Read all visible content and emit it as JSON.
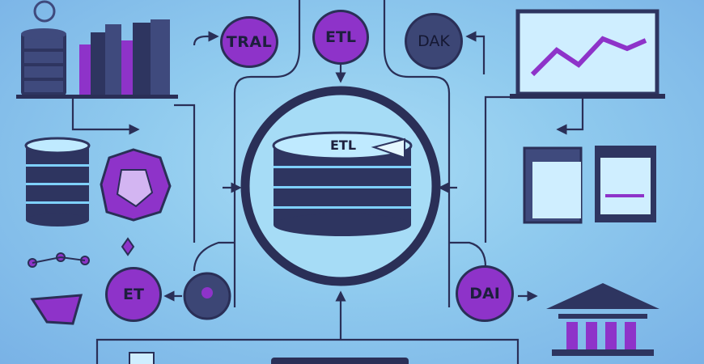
{
  "diagram": {
    "nodes": {
      "top_left": "TRAL",
      "top_center": "ETL",
      "top_right": "DAK",
      "bottom_left": "ET",
      "bottom_right": "DAI"
    },
    "hub": {
      "label": "ETL"
    }
  },
  "colors": {
    "background": "#8fcaee",
    "navy": "#2a2f57",
    "purple": "#8e33c9",
    "light": "#d9f2ff"
  }
}
